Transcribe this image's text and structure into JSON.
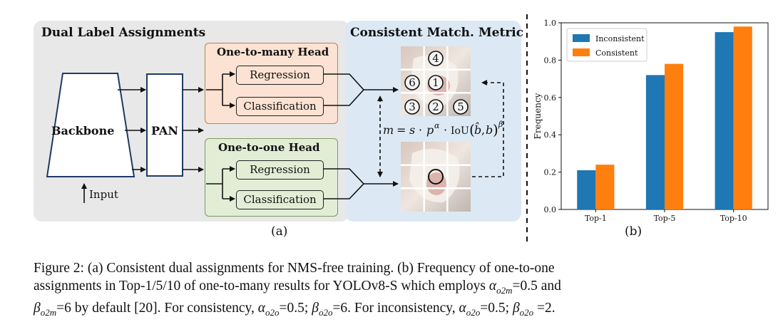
{
  "panel_a": {
    "title": "Dual Label Assignments",
    "metric_title": "Consistent Match. Metric",
    "backbone_label": "Backbone",
    "pan_label": "PAN",
    "input_label": "Input",
    "o2m_head": {
      "title": "One-to-many Head",
      "regression": "Regression",
      "classification": "Classification"
    },
    "o2o_head": {
      "title": "One-to-one Head",
      "regression": "Regression",
      "classification": "Classification"
    },
    "grid_numbers": [
      "4",
      "6",
      "1",
      "3",
      "2",
      "5"
    ],
    "formula": {
      "lhs": "m",
      "eq": "=",
      "s": "s",
      "dot": "·",
      "p": "p",
      "alpha": "α",
      "iou": "IoU",
      "b_hat": "b̂",
      "b": "b",
      "beta": "β"
    },
    "sublabel": "(a)"
  },
  "panel_b": {
    "sublabel": "(b)"
  },
  "chart_data": {
    "type": "bar",
    "categories": [
      "Top-1",
      "Top-5",
      "Top-10"
    ],
    "series": [
      {
        "name": "Inconsistent",
        "values": [
          0.21,
          0.72,
          0.95
        ],
        "color": "#1f77b4"
      },
      {
        "name": "Consistent",
        "values": [
          0.24,
          0.78,
          0.98
        ],
        "color": "#ff7f0e"
      }
    ],
    "xlabel": "",
    "ylabel": "Frequency",
    "ylim": [
      0,
      1.0
    ],
    "yticks": [
      "0.0",
      "0.2",
      "0.4",
      "0.6",
      "0.8",
      "1.0"
    ],
    "legend_position": "top-left",
    "grid": false
  },
  "caption": {
    "fig": "Figure 2:",
    "line1_rest": " (a) Consistent dual assignments for NMS-free training. (b) Frequency of one-to-one",
    "line2": "assignments in Top-1/5/10 of one-to-many results for YOLOv8-S which employs",
    "a_o2m": "α",
    "a_o2m_sub": "o2m",
    "val1": "=0.5 and",
    "b_o2m": "β",
    "b_o2m_sub": "o2m",
    "line3a": "=6 by default [20]. For consistency,",
    "a_o2o": "α",
    "a_o2o_sub": "o2o",
    "line3b": "=0.5;",
    "b_o2o": "β",
    "b_o2o_sub": "o2o",
    "line3c": "=6. For inconsistency,",
    "a_o2o2": "α",
    "a_o2o2_sub": "o2o",
    "line3d": "=0.5;",
    "b_o2o2": "β",
    "b_o2o2_sub": "o2o",
    "line3e": " =2."
  }
}
